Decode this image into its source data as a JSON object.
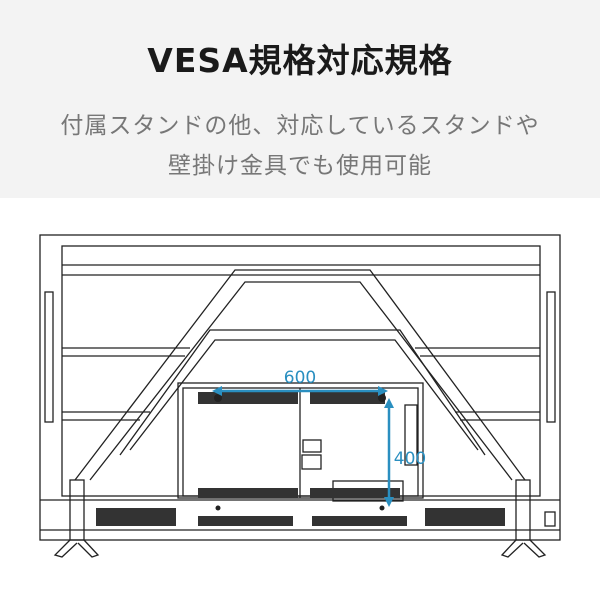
{
  "header": {
    "title": "VESA規格対応規格",
    "subtitle_lines": [
      "付属スタンドの他、対応しているスタンドや",
      "壁掛け金具でも使用可能"
    ]
  },
  "diagram": {
    "width_label": "600",
    "height_label": "400",
    "accent_color": "#2a8fc0"
  }
}
